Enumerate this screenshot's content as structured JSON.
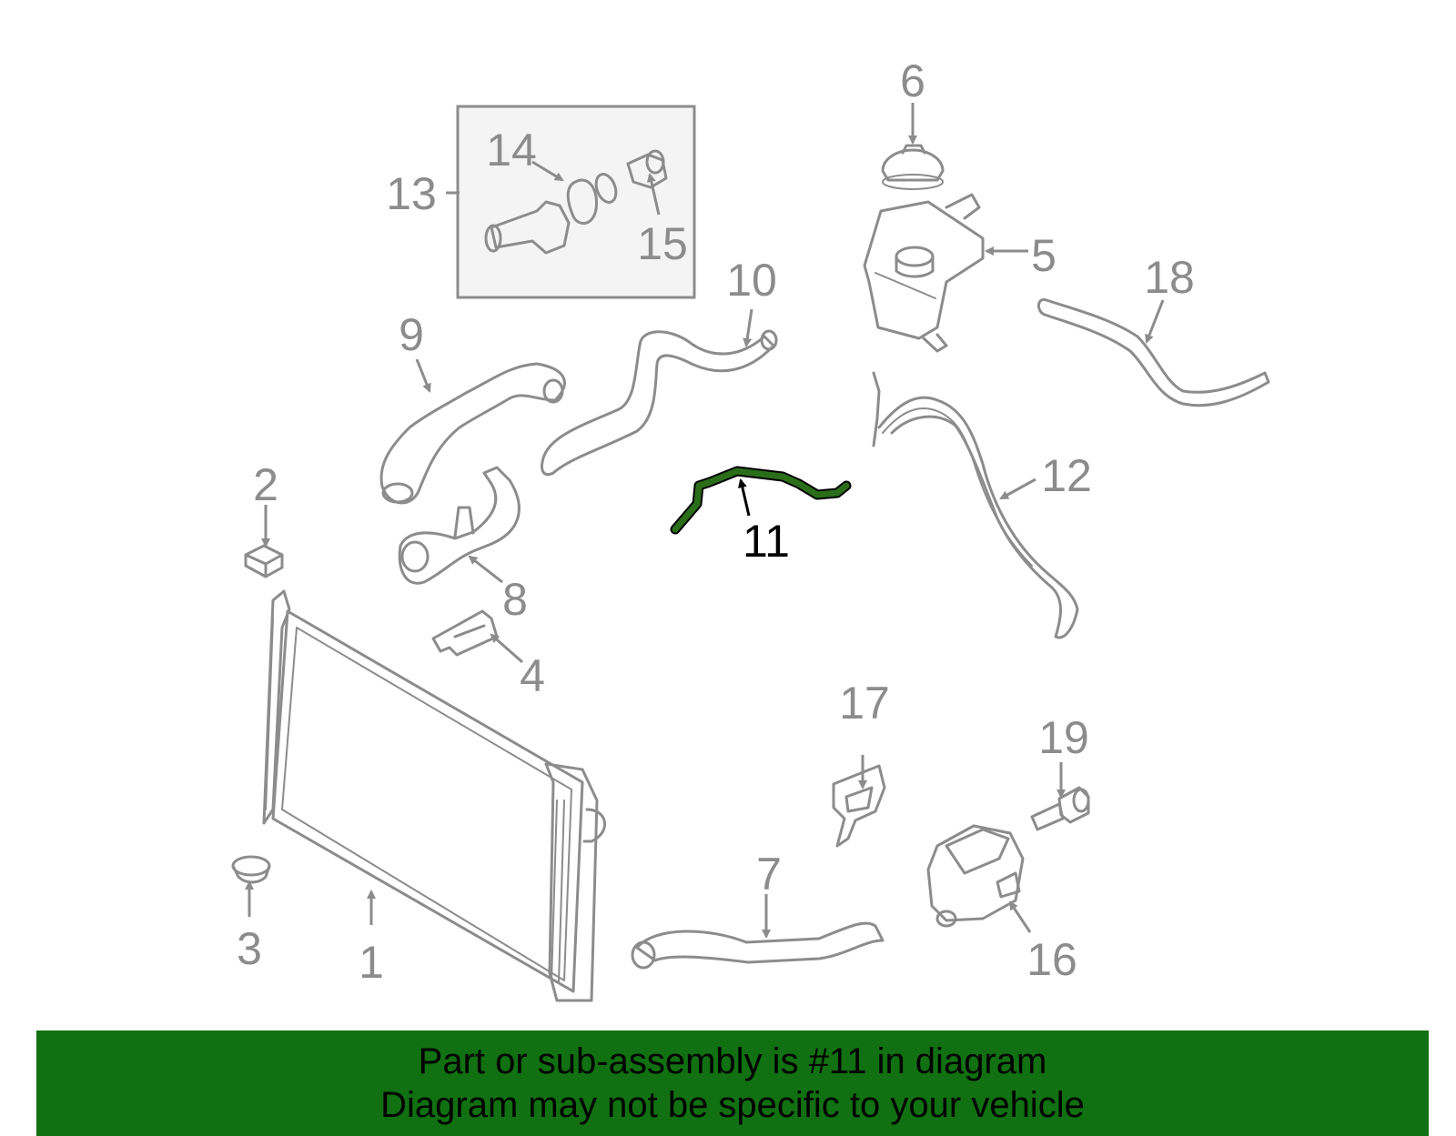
{
  "diagram": {
    "callouts": [
      "1",
      "2",
      "3",
      "4",
      "5",
      "6",
      "7",
      "8",
      "9",
      "10",
      "11",
      "12",
      "13",
      "14",
      "15",
      "16",
      "17",
      "18",
      "19"
    ],
    "highlighted_callout": "11",
    "highlight_color": "#2a6e1a",
    "part_color": "#8c8c8c",
    "inset_background": "#f4f4f4"
  },
  "banner": {
    "line1": "Part or sub-assembly is #11 in diagram",
    "line2": "Diagram may not be specific to your vehicle",
    "background": "#117011"
  }
}
